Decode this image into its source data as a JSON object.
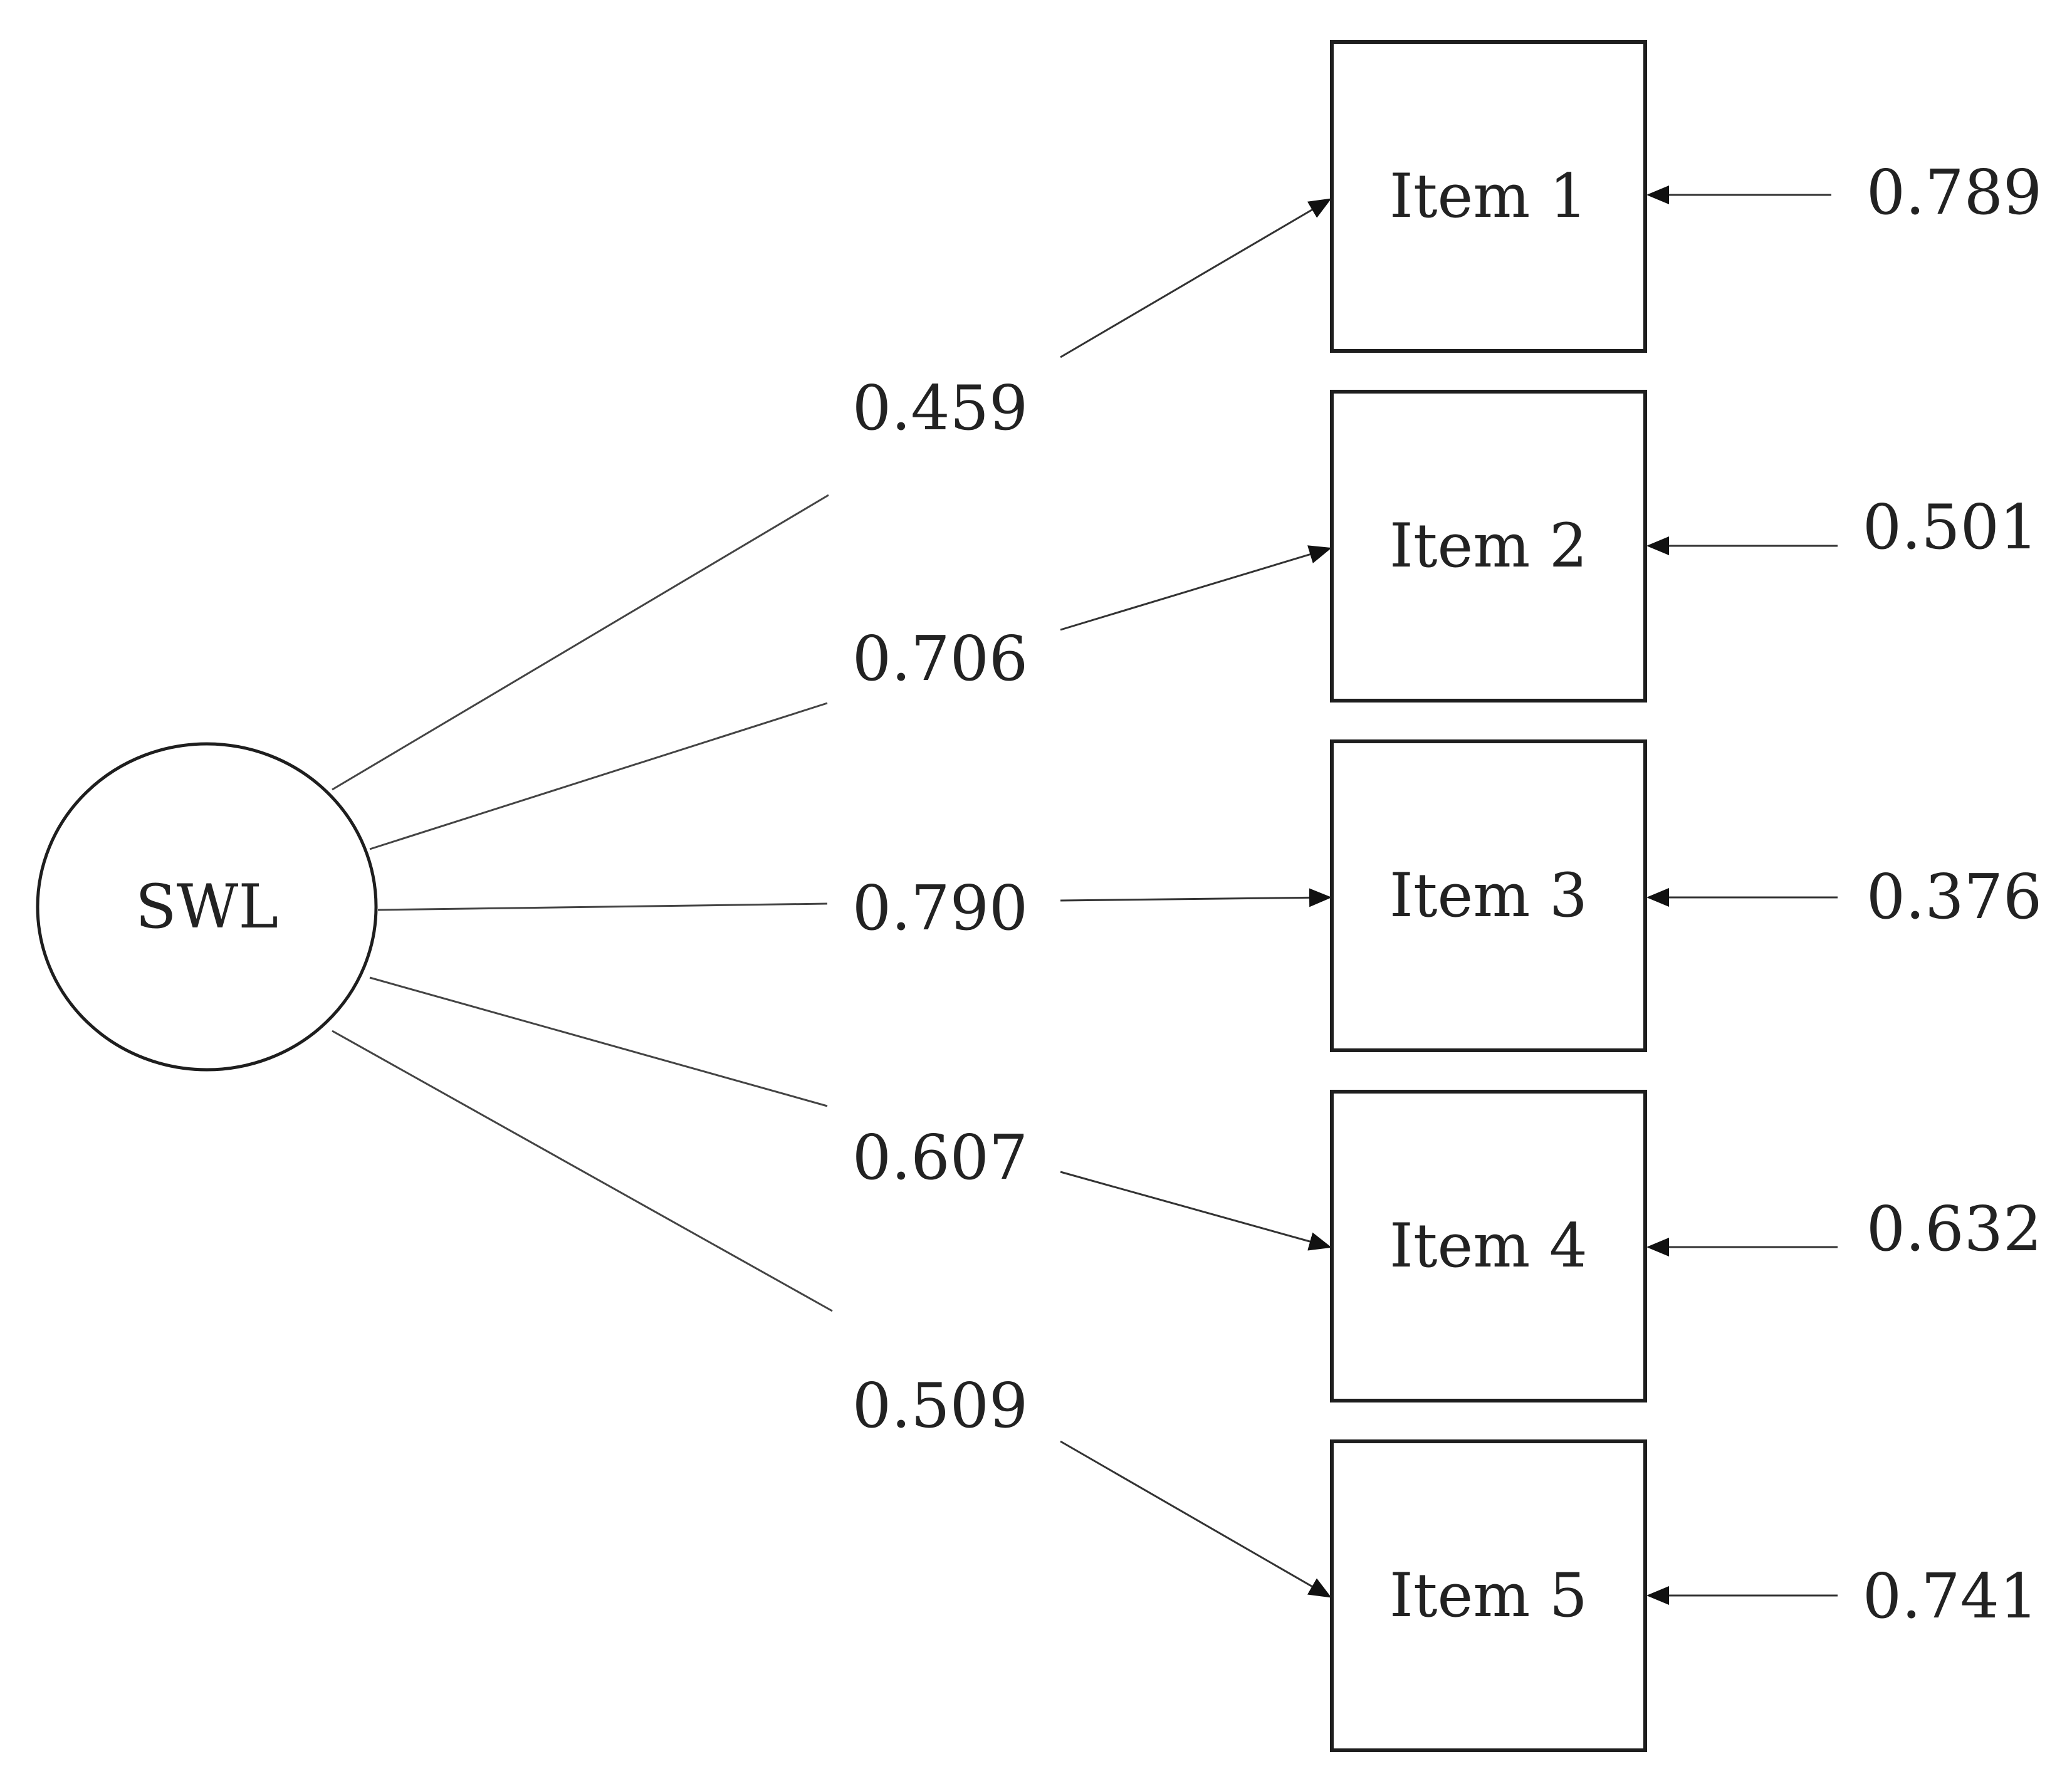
{
  "latent": {
    "label": "SWL"
  },
  "items": [
    {
      "label": "Item 1",
      "loading": "0.459",
      "error": "0.789"
    },
    {
      "label": "Item 2",
      "loading": "0.706",
      "error": "0.501"
    },
    {
      "label": "Item 3",
      "loading": "0.790",
      "error": "0.376"
    },
    {
      "label": "Item 4",
      "loading": "0.607",
      "error": "0.632"
    },
    {
      "label": "Item 5",
      "loading": "0.509",
      "error": "0.741"
    }
  ]
}
